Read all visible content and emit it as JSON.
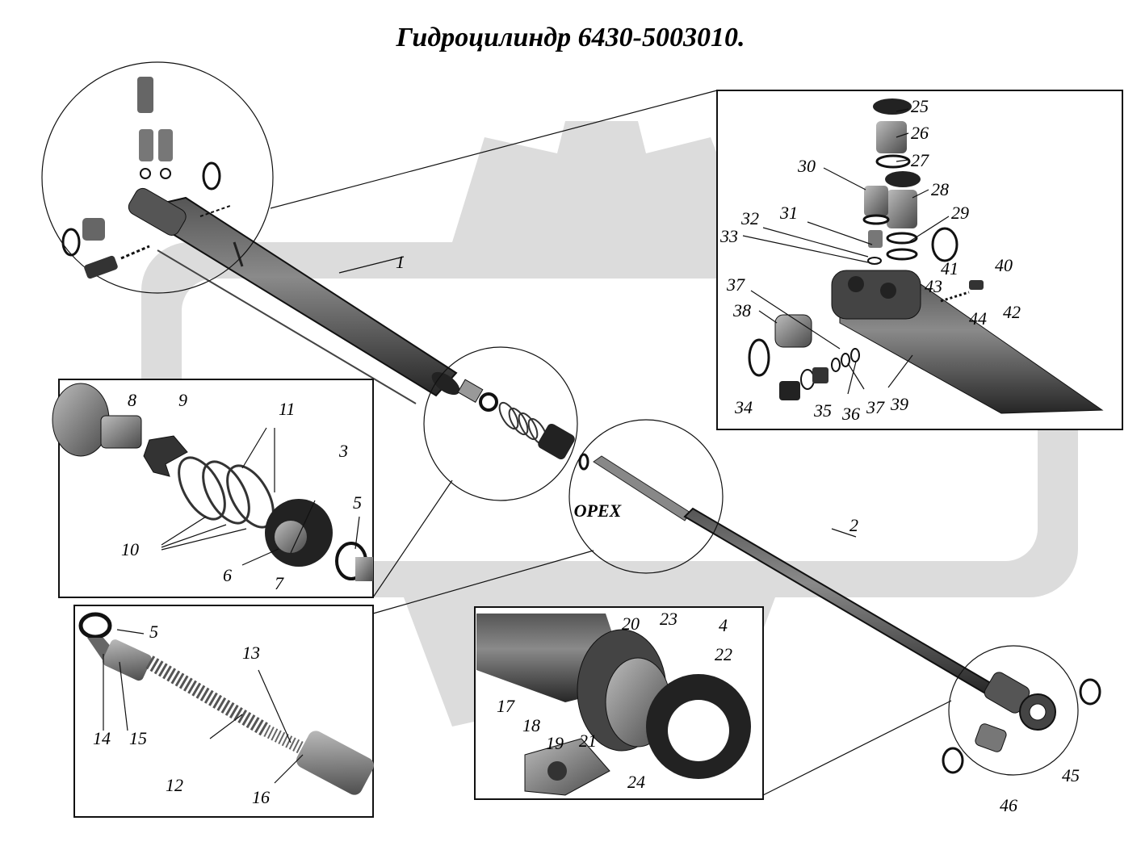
{
  "title": "Гидроцилиндр 6430-5003010.",
  "watermark": "OPEX",
  "colors": {
    "ink": "#000000",
    "watermark": "#d6d6d6",
    "part_dark": "#3a3a3a",
    "part_mid": "#6b6b6b"
  },
  "callouts": [
    "1",
    "2",
    "3",
    "4",
    "5",
    "5",
    "6",
    "7",
    "8",
    "9",
    "10",
    "11",
    "12",
    "13",
    "14",
    "15",
    "16",
    "17",
    "18",
    "19",
    "20",
    "21",
    "22",
    "23",
    "24",
    "25",
    "26",
    "27",
    "28",
    "29",
    "30",
    "31",
    "32",
    "33",
    "34",
    "35",
    "36",
    "37",
    "37",
    "38",
    "39",
    "40",
    "41",
    "42",
    "43",
    "44",
    "45",
    "46"
  ]
}
